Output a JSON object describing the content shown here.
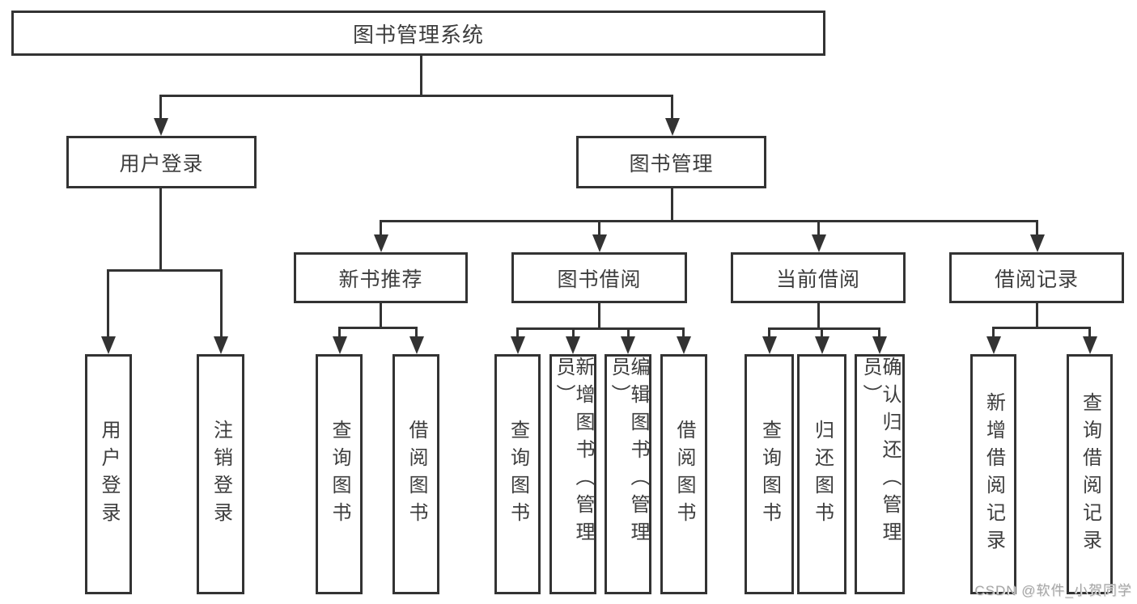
{
  "diagram": {
    "root": {
      "label": "图书管理系统",
      "children": [
        {
          "label": "用户登录",
          "children": [
            {
              "label": "用户登录"
            },
            {
              "label": "注销登录"
            }
          ]
        },
        {
          "label": "图书管理",
          "children": [
            {
              "label": "新书推荐",
              "children": [
                {
                  "label": "查询图书"
                },
                {
                  "label": "借阅图书"
                }
              ]
            },
            {
              "label": "图书借阅",
              "children": [
                {
                  "label": "查询图书"
                },
                {
                  "label": "新增图书（管理员）"
                },
                {
                  "label": "编辑图书（管理员）"
                },
                {
                  "label": "借阅图书"
                }
              ]
            },
            {
              "label": "当前借阅",
              "children": [
                {
                  "label": "查询图书"
                },
                {
                  "label": "归还图书"
                },
                {
                  "label": "确认归还（管理员）"
                }
              ]
            },
            {
              "label": "借阅记录",
              "children": [
                {
                  "label": "新增借阅记录"
                },
                {
                  "label": "查询借阅记录"
                }
              ]
            }
          ]
        }
      ]
    }
  },
  "watermark": "CSDN @软件_小贺同学",
  "colors": {
    "line": "#333333",
    "text": "#3d3d3d",
    "watermark": "#a6a6a6"
  }
}
